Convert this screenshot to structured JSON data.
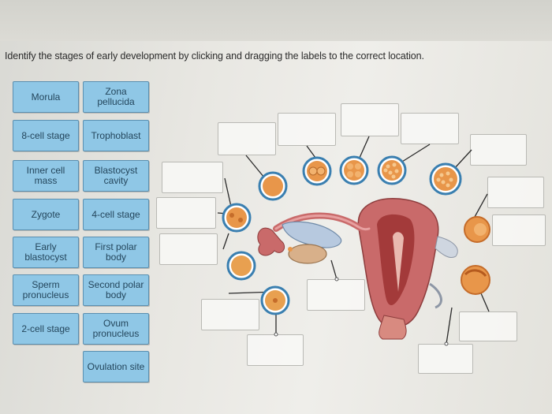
{
  "instruction": "Identify the stages of early development by clicking and dragging the labels to the correct location.",
  "labels": [
    "Morula",
    "Zona pellucida",
    "8-cell stage",
    "Trophoblast",
    "Inner cell mass",
    "Blastocyst cavity",
    "Zygote",
    "4-cell stage",
    "Early blastocyst",
    "First polar body",
    "Sperm pronucleus",
    "Second polar body",
    "2-cell stage",
    "Ovum pronucleus",
    "Ovulation site"
  ],
  "colors": {
    "label_fill": "#8fc7e6",
    "label_border": "#5a8fb0",
    "cell_orange": "#e8964a",
    "cell_ring": "#3a7fb0",
    "uterus": "#c96a6a"
  }
}
